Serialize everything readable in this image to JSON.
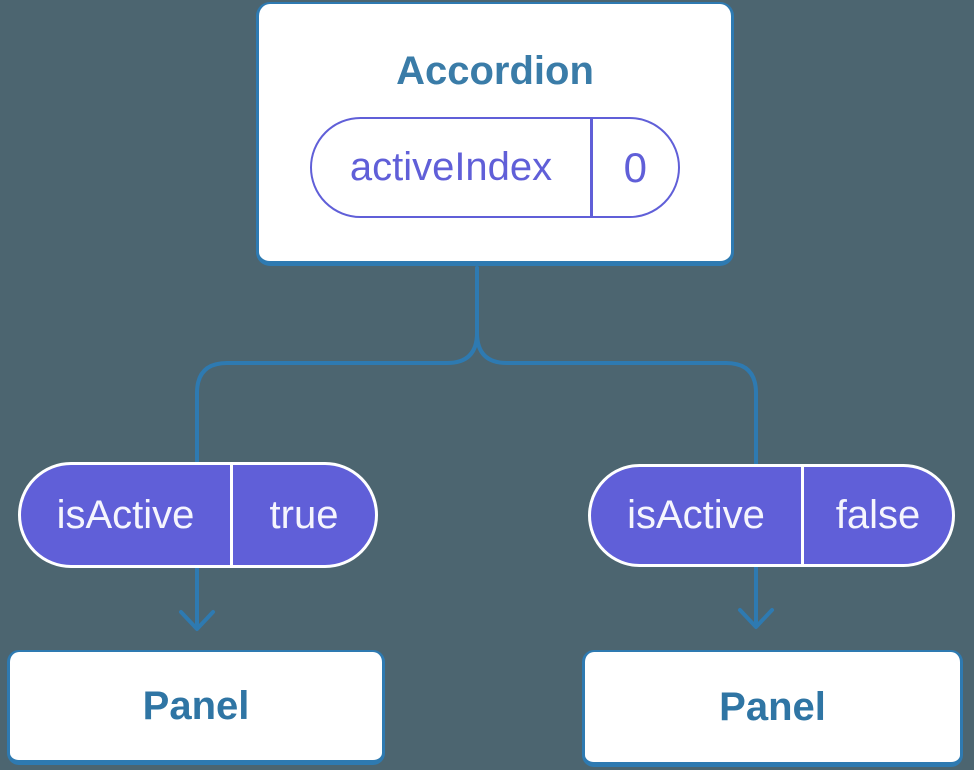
{
  "colors": {
    "background": "#4c6570",
    "line": "#2e7ab1",
    "node_fill": "#ffffff",
    "accordion_title": "#3a7ca8",
    "panel_label": "#2f75a4",
    "purple": "#605fd8",
    "pill_text": "#f5f5fd"
  },
  "root": {
    "title": "Accordion",
    "state": {
      "name": "activeIndex",
      "value": "0"
    }
  },
  "children": [
    {
      "prop": {
        "name": "isActive",
        "value": "true"
      },
      "label": "Panel"
    },
    {
      "prop": {
        "name": "isActive",
        "value": "false"
      },
      "label": "Panel"
    }
  ]
}
